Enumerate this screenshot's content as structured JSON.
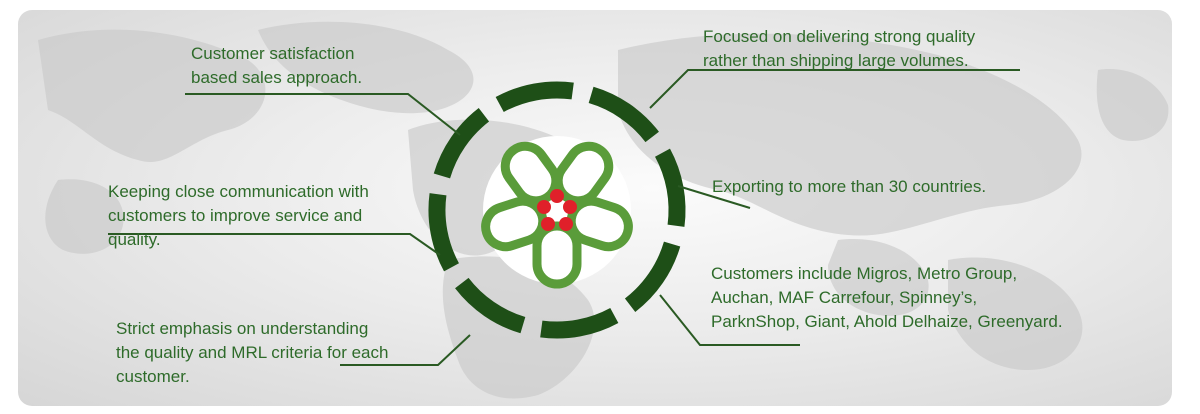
{
  "colors": {
    "ring": "#1e4f17",
    "leader_line": "#2a5a23",
    "text": "#2e6b2a",
    "logo_green": "#5a9c3a",
    "logo_red": "#e0202a"
  },
  "notes": {
    "satisfaction": [
      "Customer satisfaction",
      "based sales approach."
    ],
    "quality": [
      "Focused on delivering strong quality",
      "rather than shipping large volumes."
    ],
    "communication": [
      "Keeping close communication with",
      "customers to improve service and",
      "quality."
    ],
    "exporting": [
      "Exporting to more than 30 countries."
    ],
    "customers": [
      "Customers include Migros, Metro Group,",
      "Auchan, MAF Carrefour, Spinney’s,",
      "ParknShop, Giant, Ahold Delhaize, Greenyard."
    ],
    "mrl": [
      "Strict emphasis on understanding",
      "the quality and MRL criteria for each",
      "customer."
    ]
  },
  "icons": {
    "logo": "flower-logo-icon",
    "background": "world-map"
  }
}
